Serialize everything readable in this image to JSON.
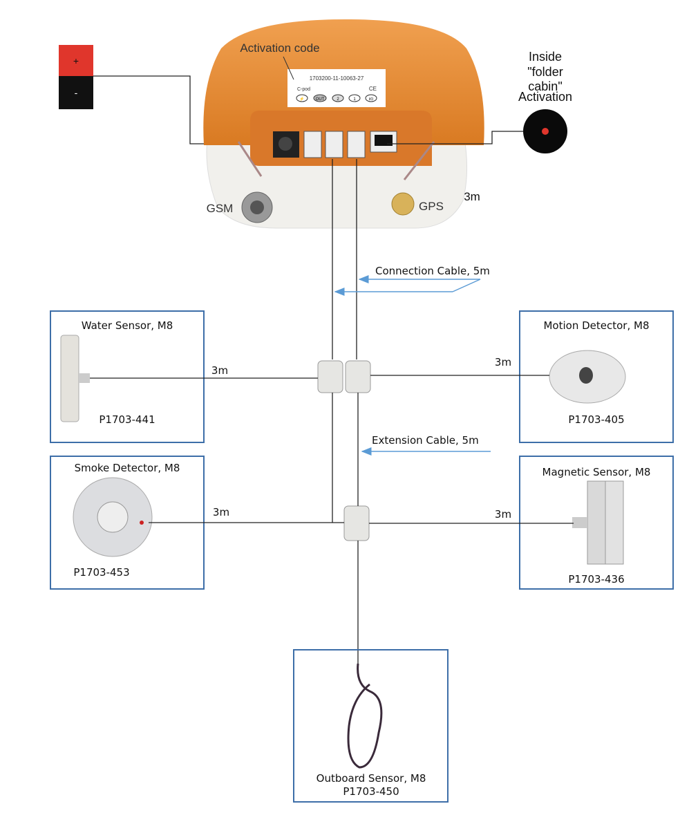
{
  "battery": {
    "plus": "+",
    "minus": "-",
    "colors": {
      "plus": "#e0362c",
      "minus": "#111111"
    }
  },
  "device": {
    "activation_code_label": "Activation code",
    "sticker_code": "1703200-11-10063-27",
    "sticker_model": "C-pod",
    "sticker_ce": "CE",
    "sticker_ports": [
      "⚡",
      "OUT",
      "2",
      "1",
      "I/O"
    ],
    "gsm_label": "GSM",
    "gps_label": "GPS",
    "antenna_length": "3m",
    "color": "#e8892f"
  },
  "activation": {
    "lines": [
      "Inside",
      "\"folder",
      "cabin\"",
      "Activation"
    ]
  },
  "cables": {
    "connection": "Connection Cable, 5m",
    "extension": "Extension Cable, 5m",
    "color": "#5b9bd5"
  },
  "sensors": {
    "water": {
      "title": "Water Sensor, M8",
      "part": "P1703-441",
      "length": "3m"
    },
    "motion": {
      "title": "Motion Detector, M8",
      "part": "P1703-405",
      "length": "3m"
    },
    "smoke": {
      "title": "Smoke Detector, M8",
      "part": "P1703-453",
      "length": "3m"
    },
    "magnetic": {
      "title": "Magnetic Sensor, M8",
      "part": "P1703-436",
      "length": "3m"
    },
    "outboard": {
      "title": "Outboard Sensor, M8",
      "part": "P1703-450"
    }
  }
}
